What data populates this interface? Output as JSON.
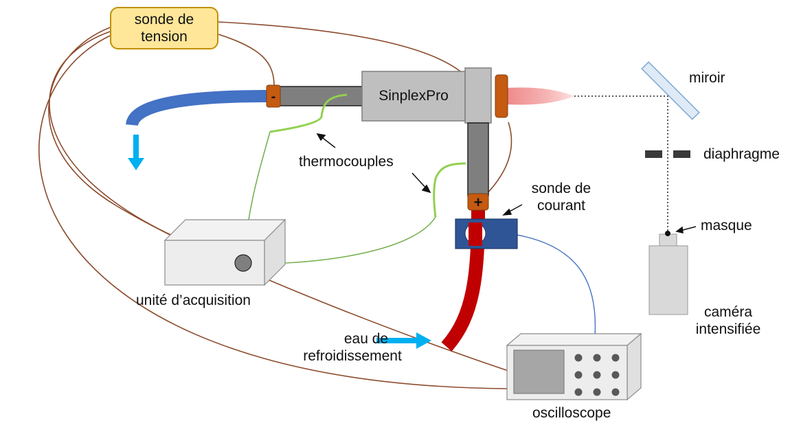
{
  "labels": {
    "voltage_probe": [
      "sonde de",
      "tension"
    ],
    "torch": "SinplexPro",
    "mirror": "miroir",
    "diaphragm": "diaphragme",
    "thermocouples": "thermocouples",
    "current_probe": [
      "sonde de",
      "courant"
    ],
    "mask": "masque",
    "acquisition_unit": "unité d’acquisition",
    "camera": [
      "caméra",
      "intensifiée"
    ],
    "cooling_water": [
      "eau de",
      "refroidissement"
    ],
    "oscilloscope": "oscilloscope",
    "cathode_sign": "-",
    "anode_sign": "+"
  },
  "colors": {
    "voltage_wires": "#8b4a2b",
    "thermocouple_wires": "#70ad47",
    "current_wire": "#4472c4",
    "cold_hose": "#4472c4",
    "hot_hose": "#c00000",
    "water_arrow": "#00b0f0",
    "connectors": "#c55a11",
    "plume": "#f4a3a3",
    "probe_box_fill": "#ffe699",
    "current_probe_fill": "#2f5597"
  }
}
